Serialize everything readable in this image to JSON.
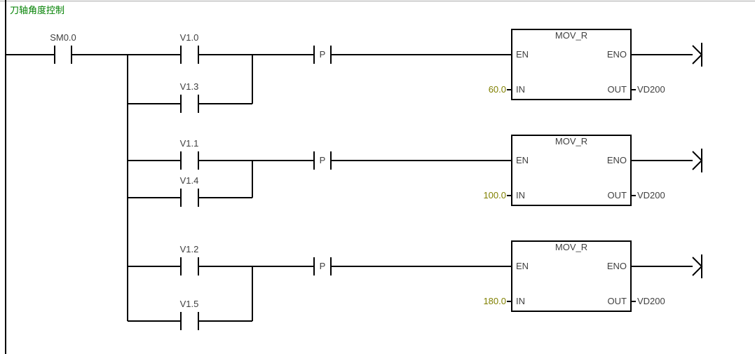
{
  "title": "刀轴角度控制",
  "colors": {
    "comment_text": "#008000",
    "in_value_text": "#808000",
    "wire": "#000000",
    "label_text": "#3f3f3f"
  },
  "enable_contact": {
    "label": "SM0.0"
  },
  "branches": [
    {
      "top_contact": "V1.0",
      "bottom_contact": "V1.3",
      "edge": "P",
      "box": {
        "title": "MOV_R",
        "en": "EN",
        "eno": "ENO",
        "in": "IN",
        "out": "OUT",
        "in_value": "60.0",
        "out_operand": "VD200"
      }
    },
    {
      "top_contact": "V1.1",
      "bottom_contact": "V1.4",
      "edge": "P",
      "box": {
        "title": "MOV_R",
        "en": "EN",
        "eno": "ENO",
        "in": "IN",
        "out": "OUT",
        "in_value": "100.0",
        "out_operand": "VD200"
      }
    },
    {
      "top_contact": "V1.2",
      "bottom_contact": "V1.5",
      "edge": "P",
      "box": {
        "title": "MOV_R",
        "en": "EN",
        "eno": "ENO",
        "in": "IN",
        "out": "OUT",
        "in_value": "180.0",
        "out_operand": "VD200"
      }
    }
  ]
}
